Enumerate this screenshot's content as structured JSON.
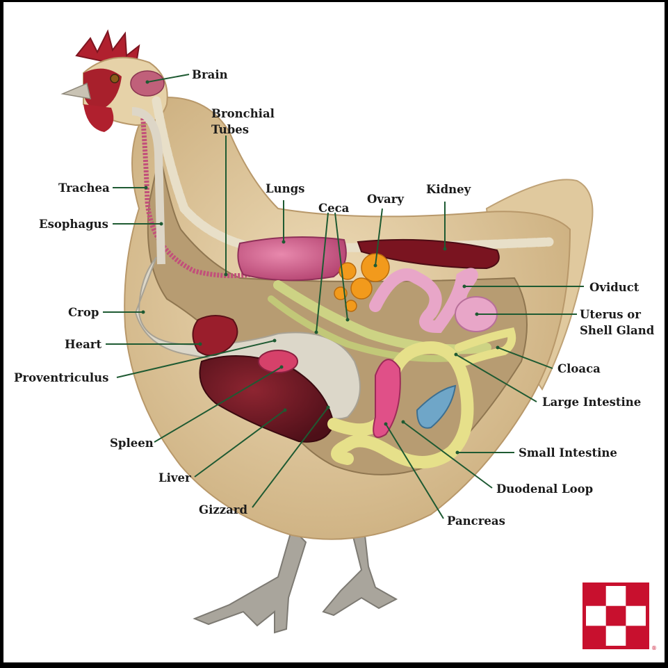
{
  "labels": {
    "brain": "Brain",
    "bronchial_tubes": "Bronchial\nTubes",
    "trachea": "Trachea",
    "esophagus": "Esophagus",
    "lungs": "Lungs",
    "ceca": "Ceca",
    "ovary": "Ovary",
    "kidney": "Kidney",
    "oviduct": "Oviduct",
    "uterus": "Uterus or\nShell Gland",
    "crop": "Crop",
    "heart": "Heart",
    "proventriculus": "Proventriculus",
    "cloaca": "Cloaca",
    "large_intestine": "Large Intestine",
    "spleen": "Spleen",
    "small_intestine": "Small Intestine",
    "liver": "Liver",
    "duodenal_loop": "Duodenal Loop",
    "gizzard": "Gizzard",
    "pancreas": "Pancreas"
  },
  "colors": {
    "leader_line": "#1e5a32",
    "logo_red": "#c8102e",
    "feather": "#e3cfa8",
    "cavity": "#b79c72"
  },
  "logo": {
    "registered_mark": "®"
  }
}
